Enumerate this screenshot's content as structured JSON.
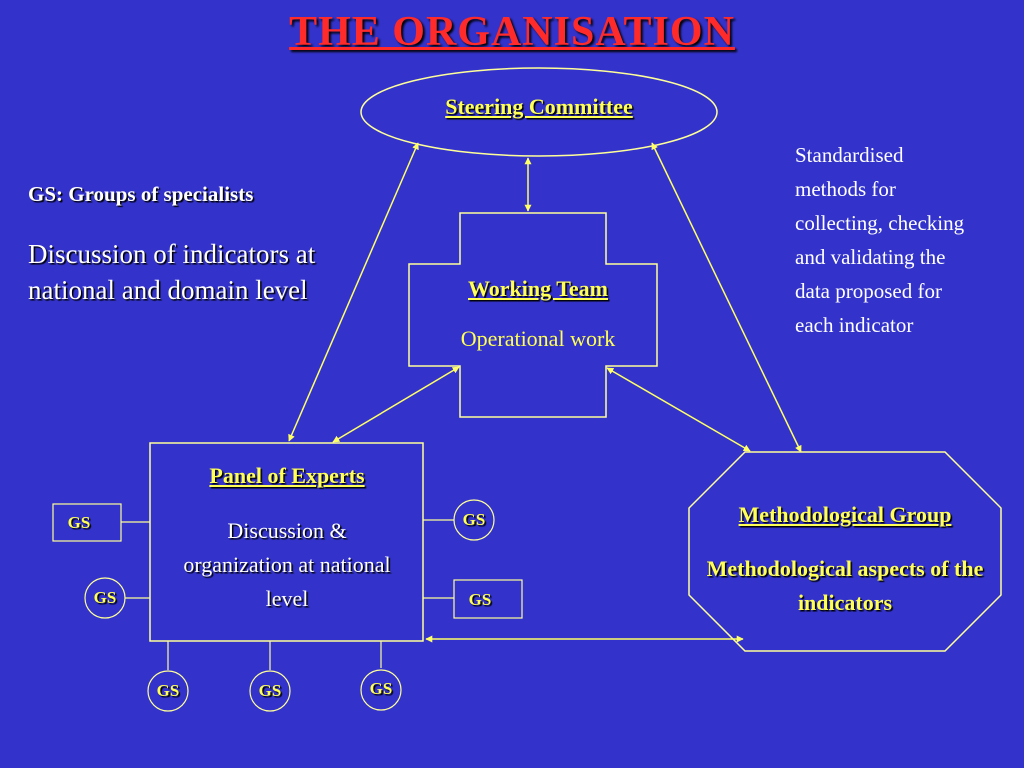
{
  "title": "THE  ORGANISATION",
  "steering": {
    "label": "Steering Committee"
  },
  "working": {
    "label": "Working Team",
    "desc": "Operational work"
  },
  "panel": {
    "label": "Panel of Experts",
    "desc": "Discussion & organization at national level"
  },
  "method": {
    "label": "Methodological Group",
    "desc": "Methodological aspects of the indicators"
  },
  "gs_legend": "GS: Groups of specialists",
  "discussion_note": "Discussion of indicators at national and domain level",
  "standardised_note": "Standardised methods for collecting, checking and validating the data proposed for each indicator",
  "gs": {
    "label": "GS"
  },
  "colors": {
    "background": "#3333cc",
    "title": "#ff2a2a",
    "line": "#ffff66",
    "box_border": "#ffff99",
    "label": "#ffff55",
    "text": "#ffffff"
  }
}
